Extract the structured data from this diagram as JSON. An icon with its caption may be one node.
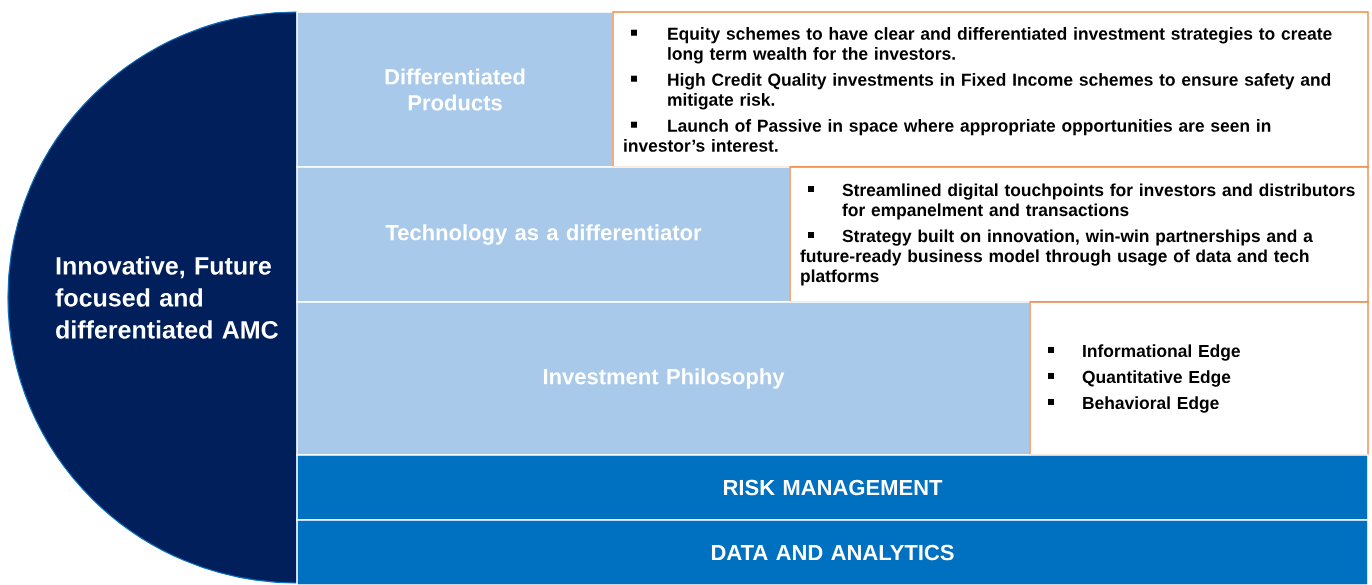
{
  "diagram": {
    "nodes": [
      {
        "text": [
          "Innovative, Future focused and differentiated AMC"
        ]
      },
      {
        "text": [
          "Differentiated Products"
        ]
      },
      {
        "text": [
          "Equity schemes to have clear and differentiated investment strategies to create long term wealth for the investors.",
          "High Credit Quality investments in Fixed Income schemes to ensure safety and mitigate risk.",
          "Launch of Passive in space where appropriate opportunities are seen in investor’s interest."
        ]
      },
      {
        "text": [
          "Technology as a differentiator"
        ]
      },
      {
        "text": [
          "Streamlined digital touchpoints for investors and distributors for empanelment and transactions",
          "Strategy built on innovation, win-win partnerships and a future-ready business model through usage of data and tech platforms"
        ]
      },
      {
        "text": [
          "Investment Philosophy"
        ]
      },
      {
        "text": [
          "Informational Edge",
          "Quantitative Edge",
          "Behavioral Edge"
        ]
      },
      {
        "text": [
          "RISK MANAGEMENT"
        ]
      },
      {
        "text": [
          "DATA AND ANALYTICS"
        ]
      }
    ]
  }
}
